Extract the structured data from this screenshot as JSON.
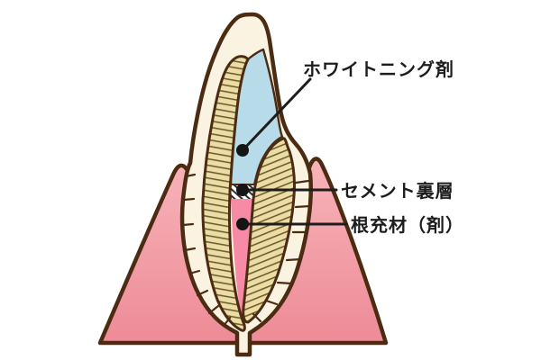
{
  "figure": {
    "background": "#ffffff"
  },
  "labels": {
    "whitening_agent": "ホワイトニング剤",
    "cement_lining": "セメント裏層",
    "root_filling": "根充材（剤）"
  },
  "colors": {
    "outline_brown": "#4b2c13",
    "enamel_cream": "#faf3e1",
    "dentin_beige": "#ecdda6",
    "dentin_hatch": "#6f5f2e",
    "whitening_agent_blue": "#b7dbe8",
    "cement_band_white": "#ffffff",
    "cement_hatch_dark": "#2b2b2b",
    "root_filling_pink": "#f78ba6",
    "gum_pink_top": "#f8b5ba",
    "gum_pink_bottom": "#ed8a96",
    "label_text": "#1d1d1d",
    "marker_dot": "#151515"
  }
}
